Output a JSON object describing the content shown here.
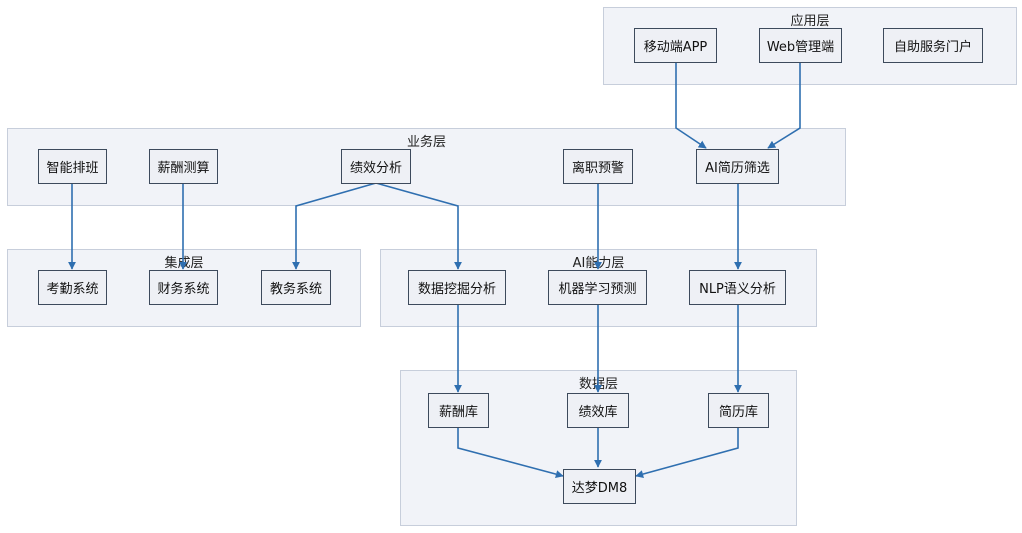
{
  "layers": {
    "app": "应用层",
    "biz": "业务层",
    "integration": "集成层",
    "ai": "AI能力层",
    "data": "数据层"
  },
  "nodes": {
    "mobile_app": "移动端APP",
    "web_admin": "Web管理端",
    "self_service": "自助服务门户",
    "smart_schedule": "智能排班",
    "salary_calc": "薪酬测算",
    "perf_analysis": "绩效分析",
    "attrition_alert": "离职预警",
    "ai_resume": "AI简历筛选",
    "attendance_sys": "考勤系统",
    "finance_sys": "财务系统",
    "academic_sys": "教务系统",
    "data_mining": "数据挖掘分析",
    "ml_predict": "机器学习预测",
    "nlp": "NLP语义分析",
    "salary_db": "薪酬库",
    "perf_db": "绩效库",
    "resume_db": "简历库",
    "dameng": "达梦DM8"
  },
  "colors": {
    "edge": "#2f6fb0",
    "node_border": "#3d4a5c",
    "layer_bg": "#f1f3f8"
  }
}
